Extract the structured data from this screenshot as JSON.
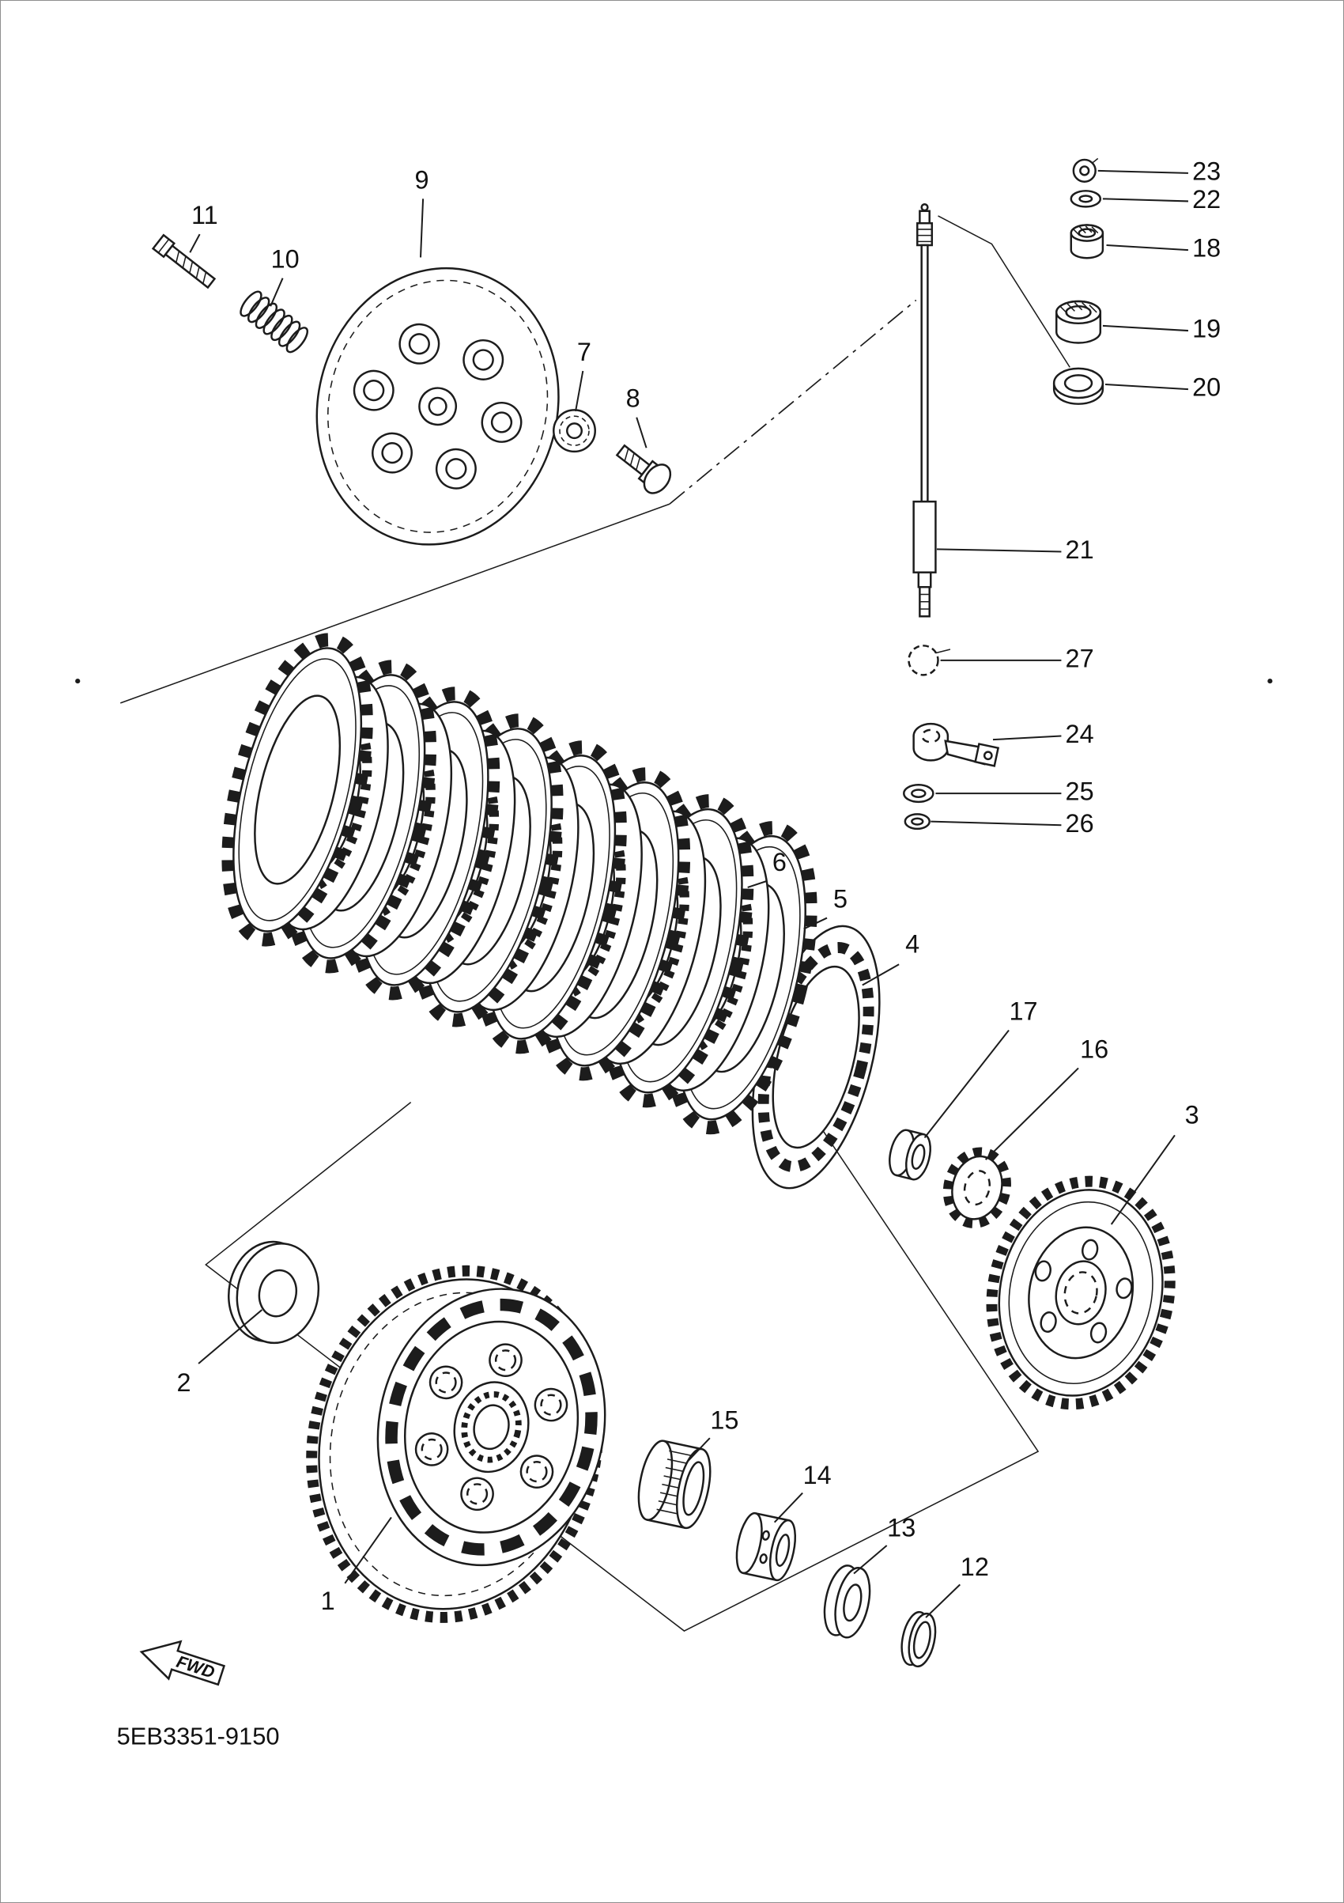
{
  "page": {
    "background": "#ffffff",
    "ink": "#1c1c1c",
    "border": "#8f8f8f"
  },
  "diagram": {
    "code": "5EB3351-9150",
    "fwd_label": "FWD",
    "parts": [
      {
        "num": "1",
        "label": [
          268,
          1312
        ],
        "leader": [
          282,
          1296,
          320,
          1242
        ]
      },
      {
        "num": "2",
        "label": [
          150,
          1133
        ],
        "leader": [
          162,
          1116,
          214,
          1072
        ]
      },
      {
        "num": "3",
        "label": [
          976,
          914
        ],
        "leader": [
          962,
          929,
          910,
          1002
        ]
      },
      {
        "num": "4",
        "label": [
          747,
          774
        ],
        "leader": [
          736,
          789,
          706,
          806
        ]
      },
      {
        "num": "5",
        "label": [
          688,
          737
        ],
        "leader": [
          677,
          751,
          658,
          760
        ]
      },
      {
        "num": "6",
        "label": [
          638,
          707
        ],
        "leader": [
          627,
          721,
          612,
          726
        ]
      },
      {
        "num": "7",
        "label": [
          478,
          289
        ],
        "leader": [
          477,
          303,
          471,
          336
        ]
      },
      {
        "num": "8",
        "label": [
          518,
          327
        ],
        "leader": [
          521,
          341,
          529,
          366
        ]
      },
      {
        "num": "9",
        "label": [
          345,
          148
        ],
        "leader": [
          346,
          162,
          344,
          210
        ]
      },
      {
        "num": "10",
        "label": [
          233,
          213
        ],
        "leader": [
          231,
          227,
          221,
          250
        ]
      },
      {
        "num": "11",
        "label": [
          167,
          177
        ],
        "leader": [
          163,
          191,
          155,
          206
        ]
      },
      {
        "num": "12",
        "label": [
          798,
          1284
        ],
        "leader": [
          786,
          1297,
          758,
          1324
        ]
      },
      {
        "num": "13",
        "label": [
          738,
          1252
        ],
        "leader": [
          726,
          1265,
          699,
          1288
        ]
      },
      {
        "num": "14",
        "label": [
          669,
          1209
        ],
        "leader": [
          657,
          1222,
          634,
          1246
        ]
      },
      {
        "num": "15",
        "label": [
          593,
          1164
        ],
        "leader": [
          581,
          1177,
          562,
          1197
        ]
      },
      {
        "num": "16",
        "label": [
          896,
          860
        ],
        "leader": [
          883,
          874,
          807,
          949
        ]
      },
      {
        "num": "17",
        "label": [
          838,
          829
        ],
        "leader": [
          826,
          843,
          757,
          931
        ]
      },
      {
        "num": "18",
        "label": [
          988,
          204
        ],
        "leader": [
          973,
          204,
          906,
          200
        ]
      },
      {
        "num": "19",
        "label": [
          988,
          270
        ],
        "leader": [
          973,
          270,
          903,
          266
        ]
      },
      {
        "num": "20",
        "label": [
          988,
          318
        ],
        "leader": [
          973,
          318,
          905,
          314
        ]
      },
      {
        "num": "21",
        "label": [
          884,
          451
        ],
        "leader": [
          869,
          451,
          767,
          449
        ]
      },
      {
        "num": "22",
        "label": [
          988,
          164
        ],
        "leader": [
          973,
          164,
          903,
          162
        ]
      },
      {
        "num": "23",
        "label": [
          988,
          141
        ],
        "leader": [
          973,
          141,
          899,
          139
        ]
      },
      {
        "num": "24",
        "label": [
          884,
          602
        ],
        "leader": [
          869,
          602,
          813,
          605
        ]
      },
      {
        "num": "25",
        "label": [
          884,
          649
        ],
        "leader": [
          869,
          649,
          766,
          649
        ]
      },
      {
        "num": "26",
        "label": [
          884,
          675
        ],
        "leader": [
          869,
          675,
          762,
          672
        ]
      },
      {
        "num": "27",
        "label": [
          884,
          540
        ],
        "leader": [
          869,
          540,
          770,
          540
        ]
      }
    ]
  }
}
